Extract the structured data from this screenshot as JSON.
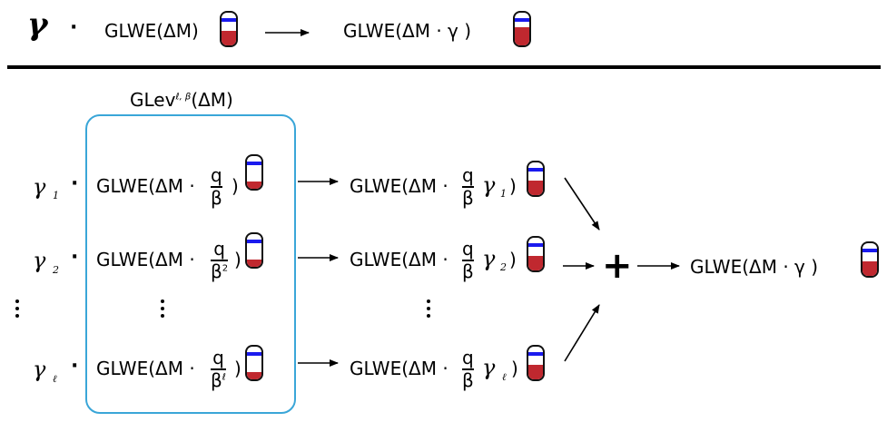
{
  "top": {
    "gamma": "γ",
    "dot": "·",
    "input": "GLWE(ΔM)",
    "output": "GLWE(ΔM · γ )"
  },
  "glev_label": "GLev",
  "glev_sup": "ℓ, β",
  "glev_arg": "(ΔM)",
  "gamma": "γ",
  "dot": "·",
  "rows": [
    {
      "sub": "1",
      "frac_num": "q",
      "frac_den": "β",
      "den_sup": ""
    },
    {
      "sub": "2",
      "frac_num": "q",
      "frac_den": "β",
      "den_sup": "2"
    },
    {
      "sub": "ℓ",
      "frac_num": "q",
      "frac_den": "β",
      "den_sup": "ℓ"
    }
  ],
  "glwe_prefix": "GLWE(ΔM ·",
  "close_paren": ")",
  "result_fraction": {
    "num": "q",
    "den": "β"
  },
  "plus": "+",
  "final_output": "GLWE(ΔM · γ )",
  "colors": {
    "box": "#3aa6d8",
    "fill": "#c0282f",
    "bar": "#1a1aee"
  },
  "vial_levels": [
    0.45,
    0.55,
    0.22,
    0.22,
    0.22,
    0.22,
    0.45,
    0.45,
    0.45,
    0.45
  ]
}
